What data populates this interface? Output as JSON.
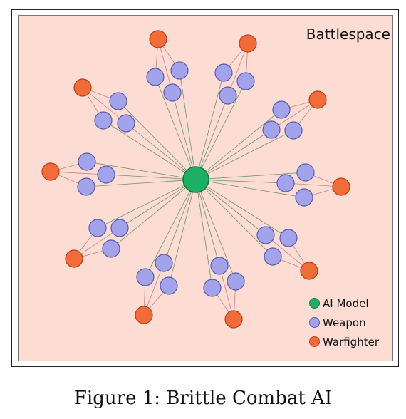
{
  "title": "Battlespace",
  "caption": "Figure 1: Brittle Combat AI",
  "colors": {
    "ai_model": "#1db064",
    "ai_model_stroke": "#0f7a40",
    "weapon": "#a3a3ec",
    "weapon_stroke": "#5a5aa8",
    "warfighter": "#f26c3a",
    "warfighter_stroke": "#b34218",
    "edge": "#6f8f70",
    "warfighter_edge": "#c98080",
    "background": "#fcdcd3"
  },
  "legend": [
    {
      "label": "AI Model",
      "kind": "ai_model"
    },
    {
      "label": "Weapon",
      "kind": "weapon"
    },
    {
      "label": "Warfighter",
      "kind": "warfighter"
    }
  ]
}
